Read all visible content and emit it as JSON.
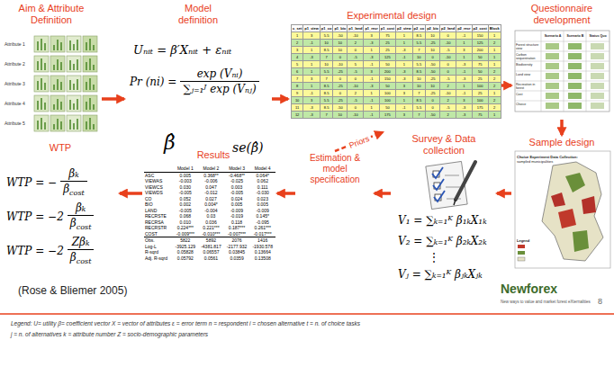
{
  "diagram": {
    "nodes": [
      {
        "text": [
          "Aim & Attribute Definition"
        ]
      },
      {
        "text": [
          "Model definition"
        ]
      },
      {
        "text": [
          "Experimental design"
        ]
      },
      {
        "text": [
          "Questionnaire development"
        ]
      },
      {
        "text": [
          "Sample design"
        ]
      },
      {
        "text": [
          "Survey & Data collection"
        ]
      },
      {
        "text": [
          "Estimation & model specification"
        ]
      },
      {
        "text": [
          "Results"
        ]
      },
      {
        "text": [
          "WTP"
        ]
      }
    ],
    "edges": [
      {
        "from": 0,
        "to": 1,
        "arrow": "to"
      },
      {
        "from": 1,
        "to": 2,
        "arrow": "to"
      },
      {
        "from": 2,
        "to": 3,
        "arrow": "to"
      },
      {
        "from": 3,
        "to": 4,
        "arrow": "to"
      },
      {
        "from": 4,
        "to": 5,
        "arrow": "to"
      },
      {
        "from": 5,
        "to": 6,
        "arrow": "to"
      },
      {
        "from": 6,
        "to": 7,
        "arrow": "to"
      },
      {
        "from": 7,
        "to": 8,
        "arrow": "to"
      },
      {
        "from": 6,
        "to": 2,
        "label": "Priors",
        "arrow": "to"
      }
    ],
    "labels": [
      "Attribute 1",
      "Attribute 2",
      "Attribute 3",
      "Attribute 4",
      "Attribute 5",
      "Uₙᵢₜ = β′Xₙᵢₜ + εₙᵢₜ",
      "Pr (ni) =",
      "exp (Vₙᵢ)",
      "∑ⱼ₌₁ᴶ exp (Vₙⱼ)",
      "c_set",
      "p1_view",
      "p1_co",
      "p1_bio",
      "p1_land",
      "p1_recr",
      "p1_cost",
      "p2_view",
      "p2_co",
      "p2_bio",
      "p2_land",
      "p2_recr",
      "p2_cost",
      "Block",
      "1",
      "3",
      "5.5",
      "-50",
      "-10",
      "3",
      "75",
      "1",
      "8.5",
      "10",
      "0",
      "-1",
      "150",
      "1",
      "2",
      "-1",
      "10",
      "10",
      "2",
      "-3",
      "25",
      "1",
      "5.5",
      "-25",
      "-10",
      "1",
      "125",
      "2",
      "3",
      "1",
      "8.5",
      "10",
      "0",
      "1",
      "25",
      "-3",
      "7",
      "10",
      "-5",
      "3",
      "200",
      "1",
      "4",
      "-3",
      "7",
      "0",
      "-5",
      "-3",
      "125",
      "-1",
      "10",
      "0",
      "-10",
      "1",
      "50",
      "1",
      "5",
      "1",
      "10",
      "-10",
      "5",
      "-1",
      "50",
      "1",
      "5.5",
      "-50",
      "0",
      "-3",
      "75",
      "1",
      "6",
      "1",
      "5.5",
      "-25",
      "-5",
      "3",
      "200",
      "-3",
      "8.5",
      "-50",
      "0",
      "-1",
      "50",
      "2",
      "7",
      "3",
      "7",
      "0",
      "0",
      "-1",
      "150",
      "-3",
      "10",
      "-25",
      "-5",
      "-3",
      "25",
      "2",
      "8",
      "1",
      "8.5",
      "-25",
      "-10",
      "-3",
      "50",
      "3",
      "10",
      "10",
      "2",
      "1",
      "100",
      "2",
      "9",
      "-1",
      "8.5",
      "0",
      "2",
      "1",
      "100",
      "3",
      "7",
      "-25",
      "-10",
      "-1",
      "25",
      "1",
      "10",
      "3",
      "5.5",
      "-25",
      "-5",
      "-1",
      "100",
      "1",
      "8.5",
      "0",
      "2",
      "3",
      "100",
      "2",
      "11",
      "-3",
      "8.5",
      "-50",
      "0",
      "1",
      "50",
      "-1",
      "5.5",
      "0",
      "-5",
      "-3",
      "175",
      "2",
      "12",
      "-3",
      "7",
      "10",
      "-10",
      "-1",
      "175",
      "3",
      "7",
      "-50",
      "2",
      "-3",
      "75",
      "1",
      "Scenario A",
      "Scenario B",
      "Status Quo",
      "Forest structure view",
      "Carbon sequestration",
      "Biodiversity",
      "Land view",
      "Recreation in forest",
      "Cost",
      "Choice",
      "Choice Experiment Data Collection:",
      "sampled municipalities",
      "Legend",
      "V₁ = ∑ₖ₌₁ᴷ β₁ₖX₁ₖ",
      "V₂ = ∑ₖ₌₁ᴷ β₂ₖX₂ₖ",
      "⋮",
      "Vⱼ = ∑ₖ₌₁ᴷ βⱼₖXⱼₖ",
      "β̂",
      "se(β̂)",
      "Model 1",
      "Model 2",
      "Model 3",
      "Model 4",
      "ASC",
      "0.005",
      "0.368**",
      "-0.468**",
      "0.064*",
      "VIEWAS",
      "-0.003",
      "-0.006",
      "-0.025",
      "0.062",
      "VIEWCS",
      "0.030",
      "0.047",
      "0.003",
      "0.111",
      "VIEWDS",
      "-0.005",
      "-0.012",
      "-0.005",
      "-0.030",
      "CO",
      "0.052",
      "0.027",
      "0.024",
      "0.023",
      "BIO",
      "0.002",
      "0.004*",
      "0.005",
      "0.005",
      "LAND",
      "-0.005",
      "-0.004",
      "-0.009",
      "-0.009",
      "RECRSTE",
      "0.068",
      "0.03",
      "-0.019",
      "0.145*",
      "RECRSA",
      "0.010",
      "0.036",
      "0.118",
      "-0.095",
      "RECRSTR",
      "0.224***",
      "0.221***",
      "0.187***",
      "0.261***",
      "COST",
      "-0.009***",
      "-0.010***",
      "-0.007***",
      "-0.017***",
      "Obs.",
      "5822",
      "5892",
      "2076",
      "1416",
      "Log-L",
      "-3925.129",
      "-4381.817",
      "-2177.932",
      "-1930.578",
      "R-sqrd",
      "0.05828",
      "0.06557",
      "0.03845",
      "0.13664",
      "Adj. R-sqrd",
      "0.05792",
      "0.0561",
      "0.0359",
      "0.13508",
      "WTP = −",
      "βₖ",
      "β",
      "cost",
      "WTP = −2",
      "βₖ",
      "β",
      "cost",
      "WTP = −2",
      "Zβₖ",
      "β",
      "cost",
      "(Rose & Bliemer 2005)",
      "Newforex",
      "New ways to value and market forest eXternalities",
      "8",
      "Legend: U= utility   β= coefficient vector   X = vector of attributes   ε = error term   n = respondent   i = chosen alternative   t = n. of choice tasks",
      "j = n. of alternatives   k = attribute number   Z = socio-demographic parameters"
    ]
  }
}
